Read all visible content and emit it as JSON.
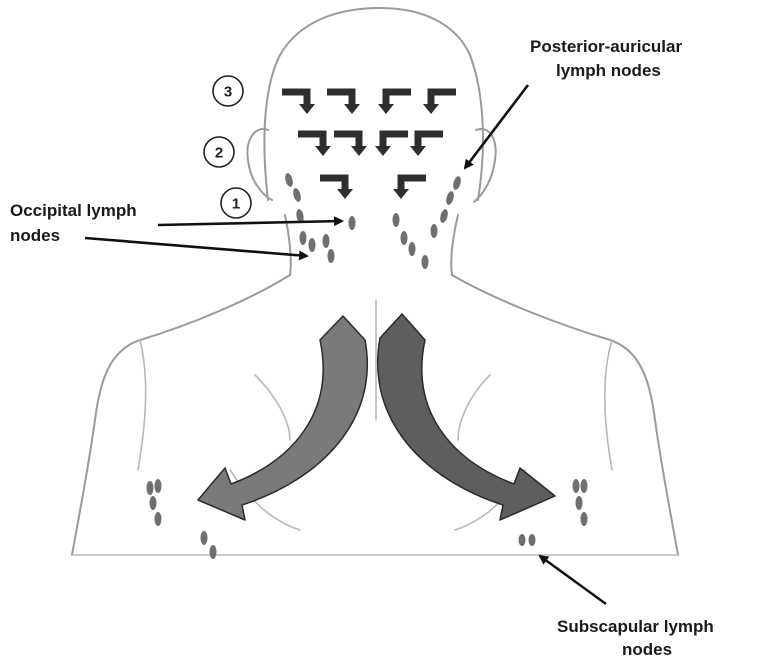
{
  "labels": {
    "posterior_auricular_line1": "Posterior-auricular",
    "posterior_auricular_line2": "lymph nodes",
    "occipital_line1": "Occipital lymph",
    "occipital_line2": "nodes",
    "subscapular_line1": "Subscapular lymph",
    "subscapular_line2": "nodes"
  },
  "steps": [
    "3",
    "2",
    "1"
  ],
  "colors": {
    "chevron_fill": "#2e2e2e",
    "arrow_left": "#7a7a7a",
    "arrow_right": "#5e5e5e",
    "outline": "#9a9a9a",
    "node": "#6f6f6f"
  },
  "icons": {
    "chevron": "drainage-direction-chevron",
    "curved_arrow": "lymph-flow-curved-arrow"
  }
}
